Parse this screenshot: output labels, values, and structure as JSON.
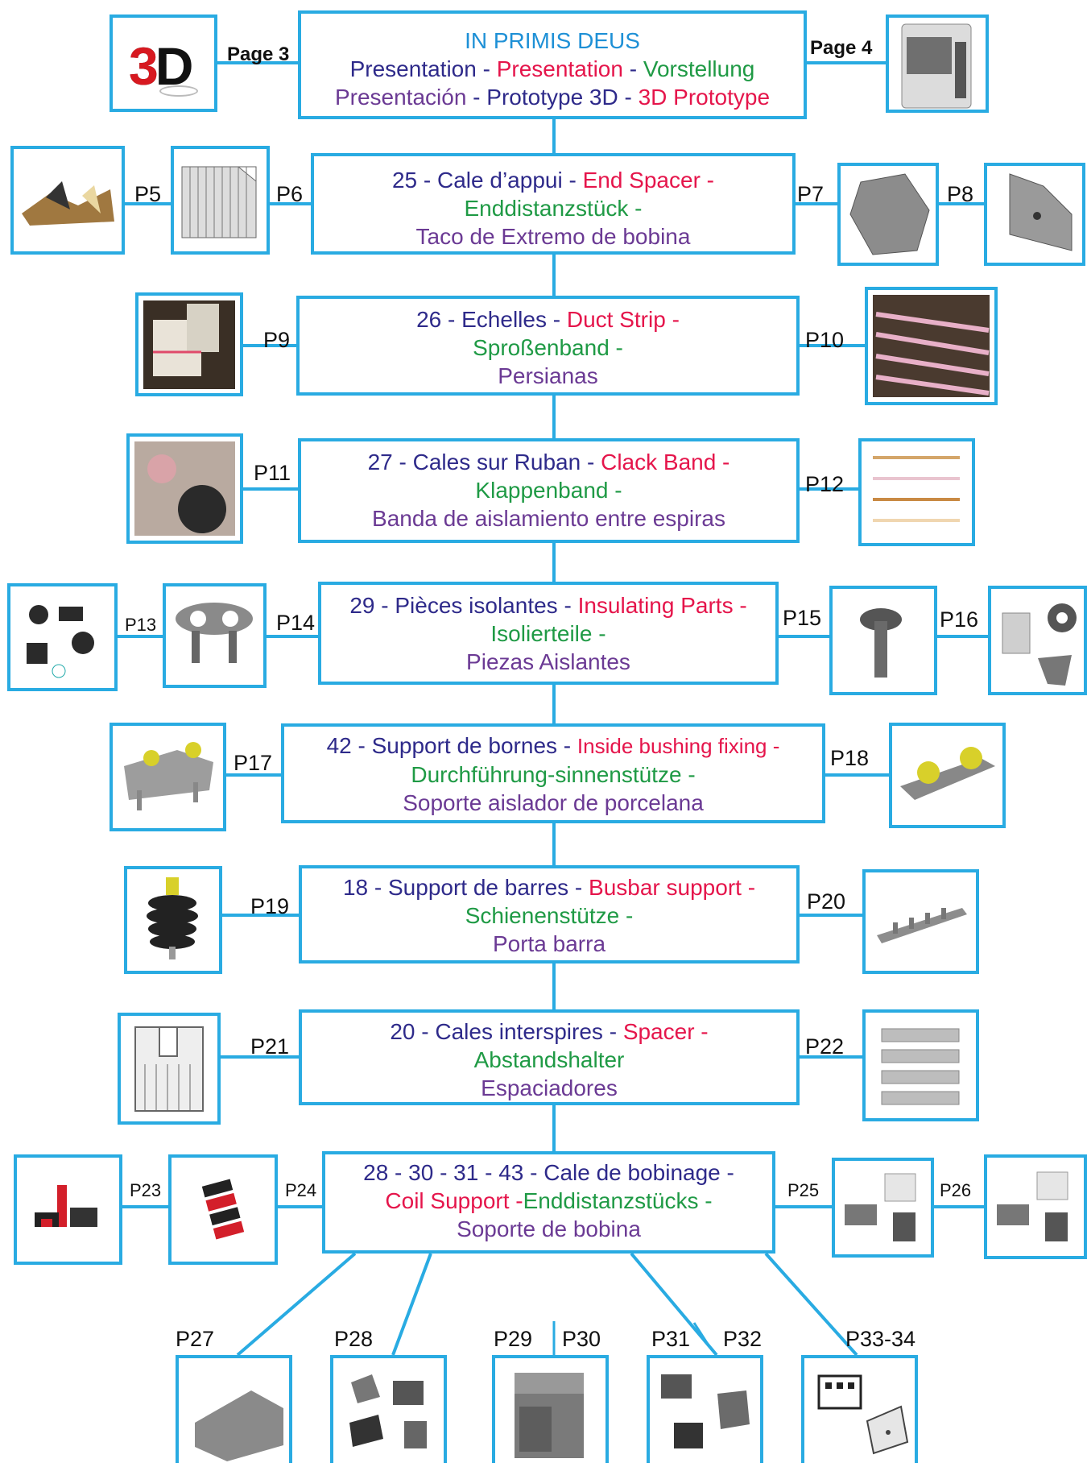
{
  "colors": {
    "line": "#29abe2",
    "blue": "#2e2a8a",
    "red": "#e5154b",
    "green": "#1f9a45",
    "purple": "#6b3a94",
    "cyan": "#1e90d6"
  },
  "header": {
    "l1": "IN PRIMIS DEUS",
    "l2a": "Presentation",
    "l2b": "Presentation",
    "l2c": "Vorstellung",
    "l3a": "Presentación",
    "l3b": "Prototype 3D",
    "l3c": "3D Prototype",
    "sep": " - ",
    "page3": "Page 3",
    "page4": "Page 4",
    "logo": "3D"
  },
  "sections": [
    {
      "a": "25 - ",
      "b": "Cale d’appui",
      "c": "End Spacer -",
      "d": "Enddistanzstück -",
      "e": "Taco de Extremo de bobina"
    },
    {
      "a": "26 - ",
      "b": "Echelles",
      "c": "Duct Strip -",
      "d": "Sproßenband -",
      "e": "Persianas"
    },
    {
      "a": "27 - ",
      "b": "Cales sur Ruban",
      "c": "Clack Band -",
      "d": "Klappenband -",
      "e": "Banda de aislamiento entre espiras"
    },
    {
      "a": "29 - ",
      "b": "Pièces isolantes",
      "c": "Insulating Parts -",
      "d": "Isolierteile -",
      "e": "Piezas Aislantes"
    },
    {
      "a": "42 - ",
      "b": "Support de bornes",
      "c": "Inside bushing fixing -",
      "d": "Durchführung-sinnenstütze -",
      "e": "Soporte aislador de porcelana"
    },
    {
      "a": "18 - ",
      "b": "Support de barres",
      "c": "Busbar support -",
      "d": "Schienenstütze -",
      "e": "Porta barra"
    },
    {
      "a": "20 - ",
      "b": "Cales interspires",
      "c": "Spacer -",
      "d": "Abstandshalter",
      "e": "Espaciadores"
    },
    {
      "a": "28 -  30 - 31 - 43 - ",
      "b": "Cale de bobinage -",
      "c": "Coil Support -",
      "d": "Enddistanzstücks -",
      "e": "Soporte de bobina"
    }
  ],
  "dash": " - ",
  "labels": {
    "p5": "P5",
    "p6": "P6",
    "p7": "P7",
    "p8": "P8",
    "p9": "P9",
    "p10": "P10",
    "p11": "P11",
    "p12": "P12",
    "p13": "P13",
    "p14": "P14",
    "p15": "P15",
    "p16": "P16",
    "p17": "P17",
    "p18": "P18",
    "p19": "P19",
    "p20": "P20",
    "p21": "P21",
    "p22": "P22",
    "p23": "P23",
    "p24": "P24",
    "p25": "P25",
    "p26": "P26",
    "p27": "P27",
    "p28": "P28",
    "p29": "P29",
    "p30": "P30",
    "p31": "P31",
    "p32": "P32",
    "p33": "P33-34"
  }
}
